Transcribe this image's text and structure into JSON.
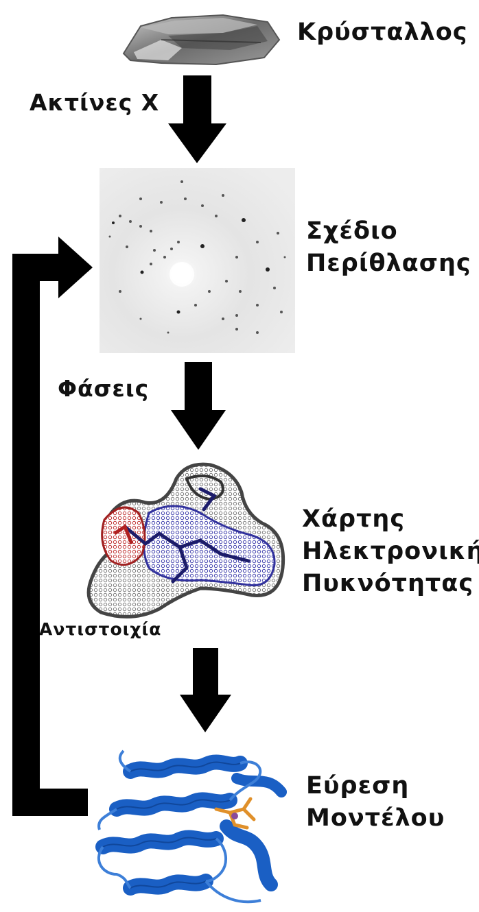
{
  "stages": {
    "crystal": "Κρύσταλλος",
    "diffraction_line1": "Σχέδιο",
    "diffraction_line2": "Περίθλασης",
    "density_line1": "Χάρτης",
    "density_line2": "Ηλεκτρονικής",
    "density_line3": "Πυκνότητας",
    "model_line1": "Εύρεση",
    "model_line2": "Μοντέλου"
  },
  "transitions": {
    "xray": "Ακτίνες Χ",
    "phases": "Φάσεις",
    "fitting": "Αντιστοιχία"
  },
  "colors": {
    "arrow": "#000000",
    "protein_ribbon": "#1a5fc4",
    "density_blue": "#3a3ab0",
    "density_red": "#c03030",
    "ligand": "#e0902a"
  }
}
